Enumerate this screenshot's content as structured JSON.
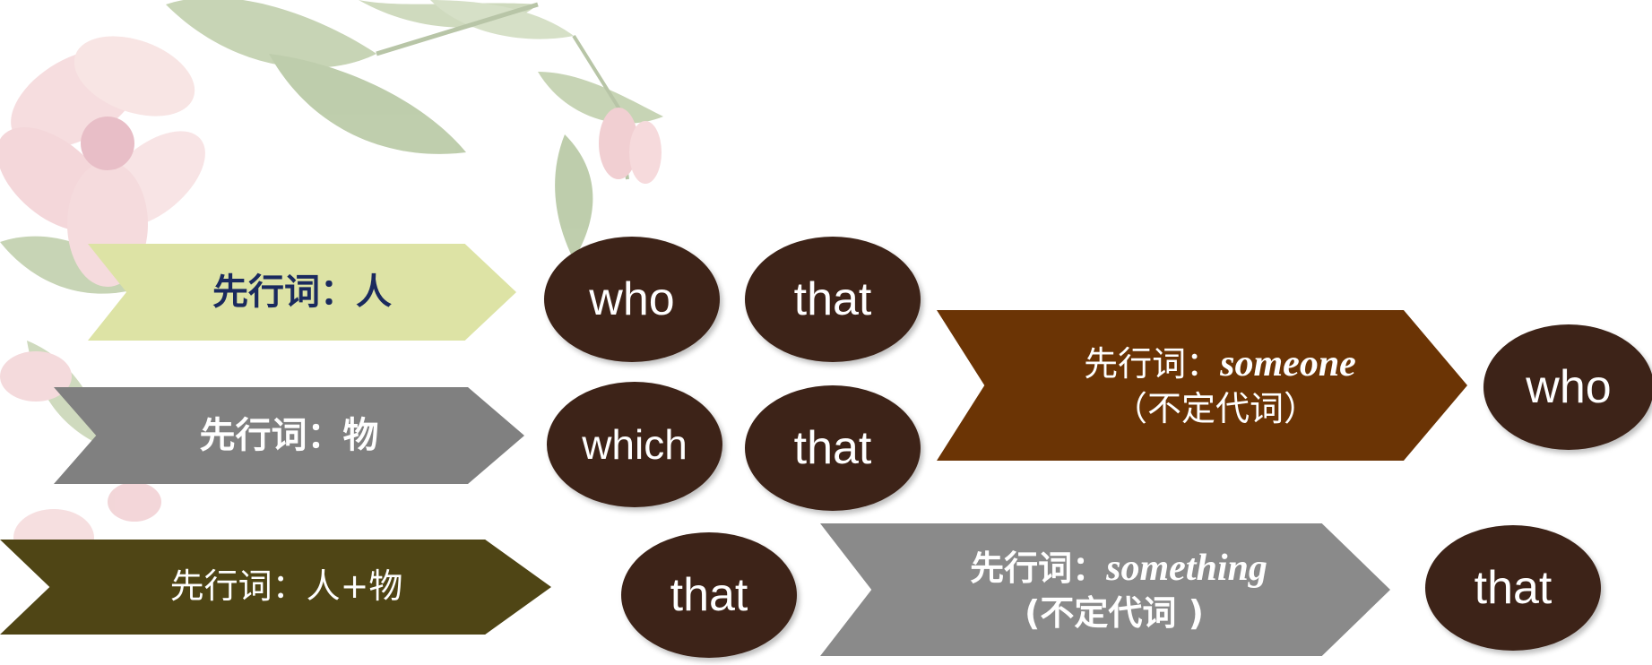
{
  "colors": {
    "chevron_person": "#dde3a5",
    "chevron_thing": "#808080",
    "chevron_both": "#4f4515",
    "chevron_someone": "#6b3405",
    "chevron_something": "#8a8a8a",
    "oval": "#3d2318",
    "text_dark_navy": "#1a2a5e",
    "text_white": "#ffffff"
  },
  "decorations": [
    "pink-flower",
    "green-leaves",
    "flower-bud"
  ],
  "rows": [
    {
      "chevron": {
        "text": "先行词：人"
      },
      "ovals": [
        "who",
        "that"
      ]
    },
    {
      "chevron": {
        "text": "先行词：物"
      },
      "ovals": [
        "which",
        "that"
      ]
    },
    {
      "chevron": {
        "text": "先行词：人+物"
      },
      "ovals": [
        "that"
      ]
    }
  ],
  "pronoun_rules": [
    {
      "chevron": {
        "prefix": "先行词：",
        "word": "someone",
        "note": "（不定代词）"
      },
      "oval": "who"
    },
    {
      "chevron": {
        "prefix": "先行词：",
        "word": "something",
        "note": "(不定代词 )"
      },
      "oval": "that"
    }
  ]
}
